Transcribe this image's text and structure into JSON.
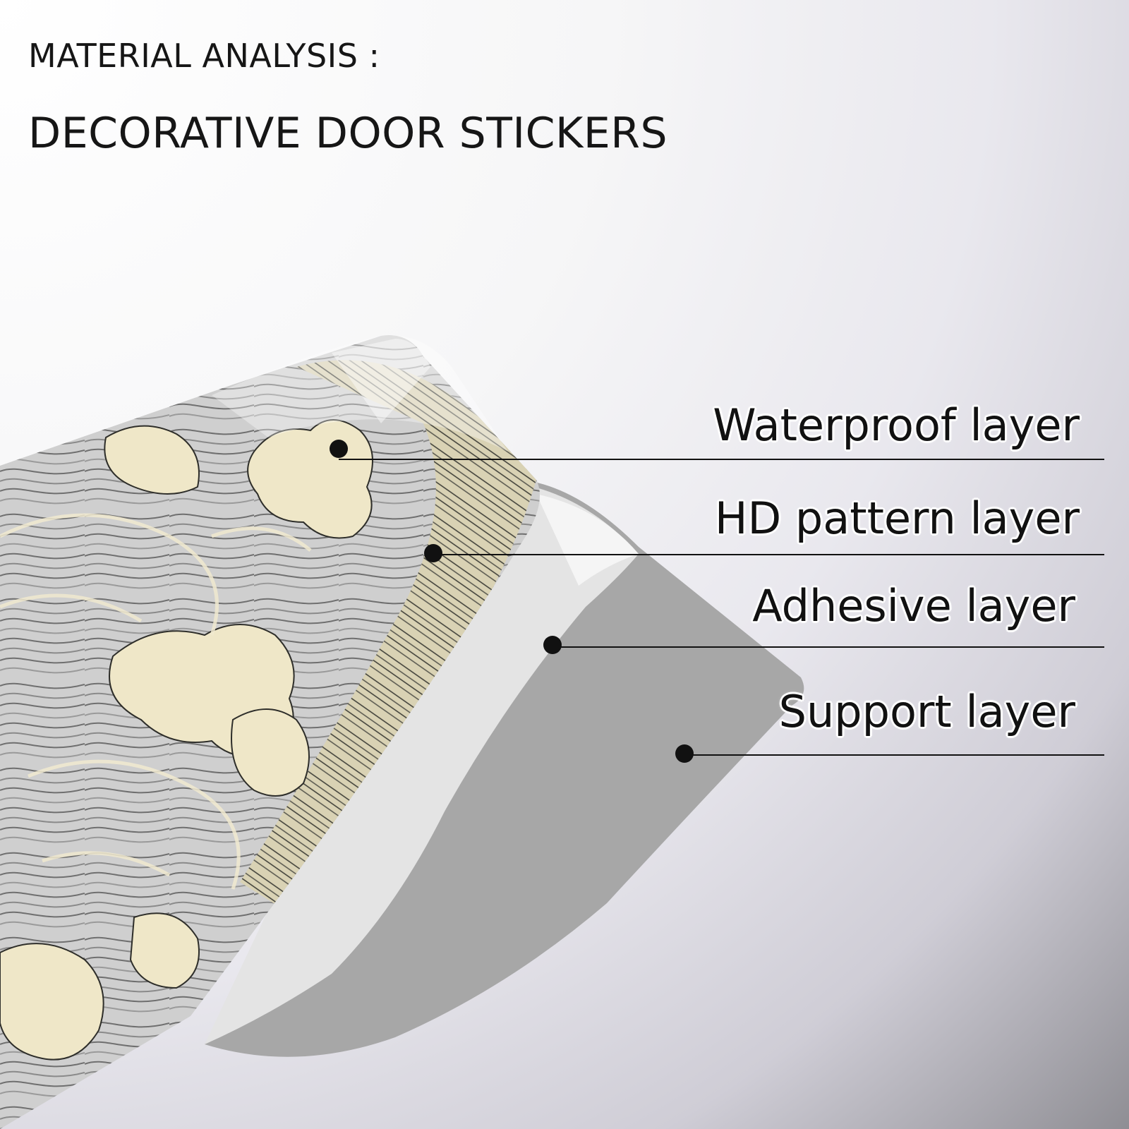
{
  "heading": {
    "line1": "MATERIAL ANALYSIS :",
    "line2": "DECORATIVE DOOR STICKERS"
  },
  "layers": [
    {
      "label": "Waterproof layer"
    },
    {
      "label": "HD pattern layer"
    },
    {
      "label": "Adhesive layer"
    },
    {
      "label": "Support layer"
    }
  ],
  "colors": {
    "pattern_cream": "#efe7c8",
    "pattern_gray": "#9a9a9a",
    "adhesive": "#e3e3e3",
    "support": "#a7a7a7",
    "leader": "#111111"
  }
}
